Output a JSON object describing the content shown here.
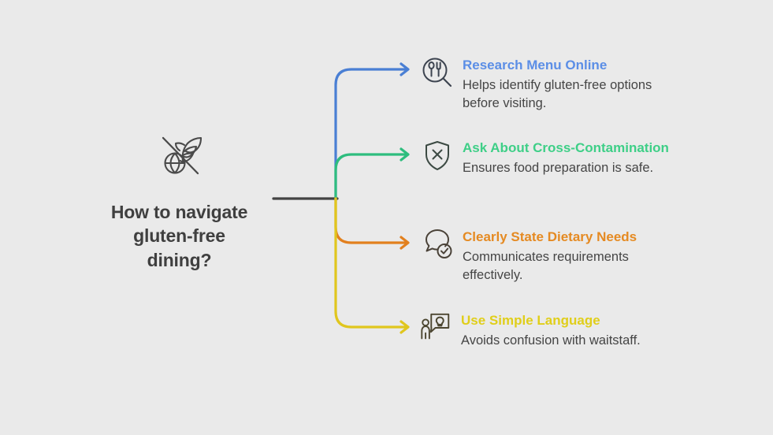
{
  "diagram": {
    "background_color": "#eaeaea",
    "root": {
      "title": "How to navigate gluten-free dining?",
      "title_line_1": "How to navigate",
      "title_line_2": "gluten-free",
      "title_line_3": "dining?",
      "icon": "gluten-free-wheat-crossed-icon",
      "icon_color": "#4a4a4a",
      "text_color": "#3f3f3f"
    },
    "trunk": {
      "color": "#434343",
      "icon": "trunk-line"
    },
    "branches": [
      {
        "title": "Research Menu Online",
        "description": "Helps identify gluten-free options before visiting.",
        "color": "#4a7fd4",
        "title_color": "#5b8ee6",
        "icon": "magnifier-fork-spoon-icon",
        "arrow": "arrow-right-icon"
      },
      {
        "title": "Ask About Cross-Contamination",
        "description": "Ensures food preparation is safe.",
        "color": "#2ebd7e",
        "title_color": "#3ecf87",
        "icon": "shield-x-icon",
        "arrow": "arrow-right-icon"
      },
      {
        "title": "Clearly State Dietary Needs",
        "description": "Communicates requirements effectively.",
        "color": "#e2801e",
        "title_color": "#e58a22",
        "icon": "speech-bubble-check-icon",
        "arrow": "arrow-right-icon"
      },
      {
        "title": "Use Simple Language",
        "description": "Avoids confusion with waitstaff.",
        "color": "#e0c61e",
        "title_color": "#e0ce1a",
        "icon": "person-speech-lightbulb-icon",
        "arrow": "arrow-right-icon"
      }
    ]
  }
}
